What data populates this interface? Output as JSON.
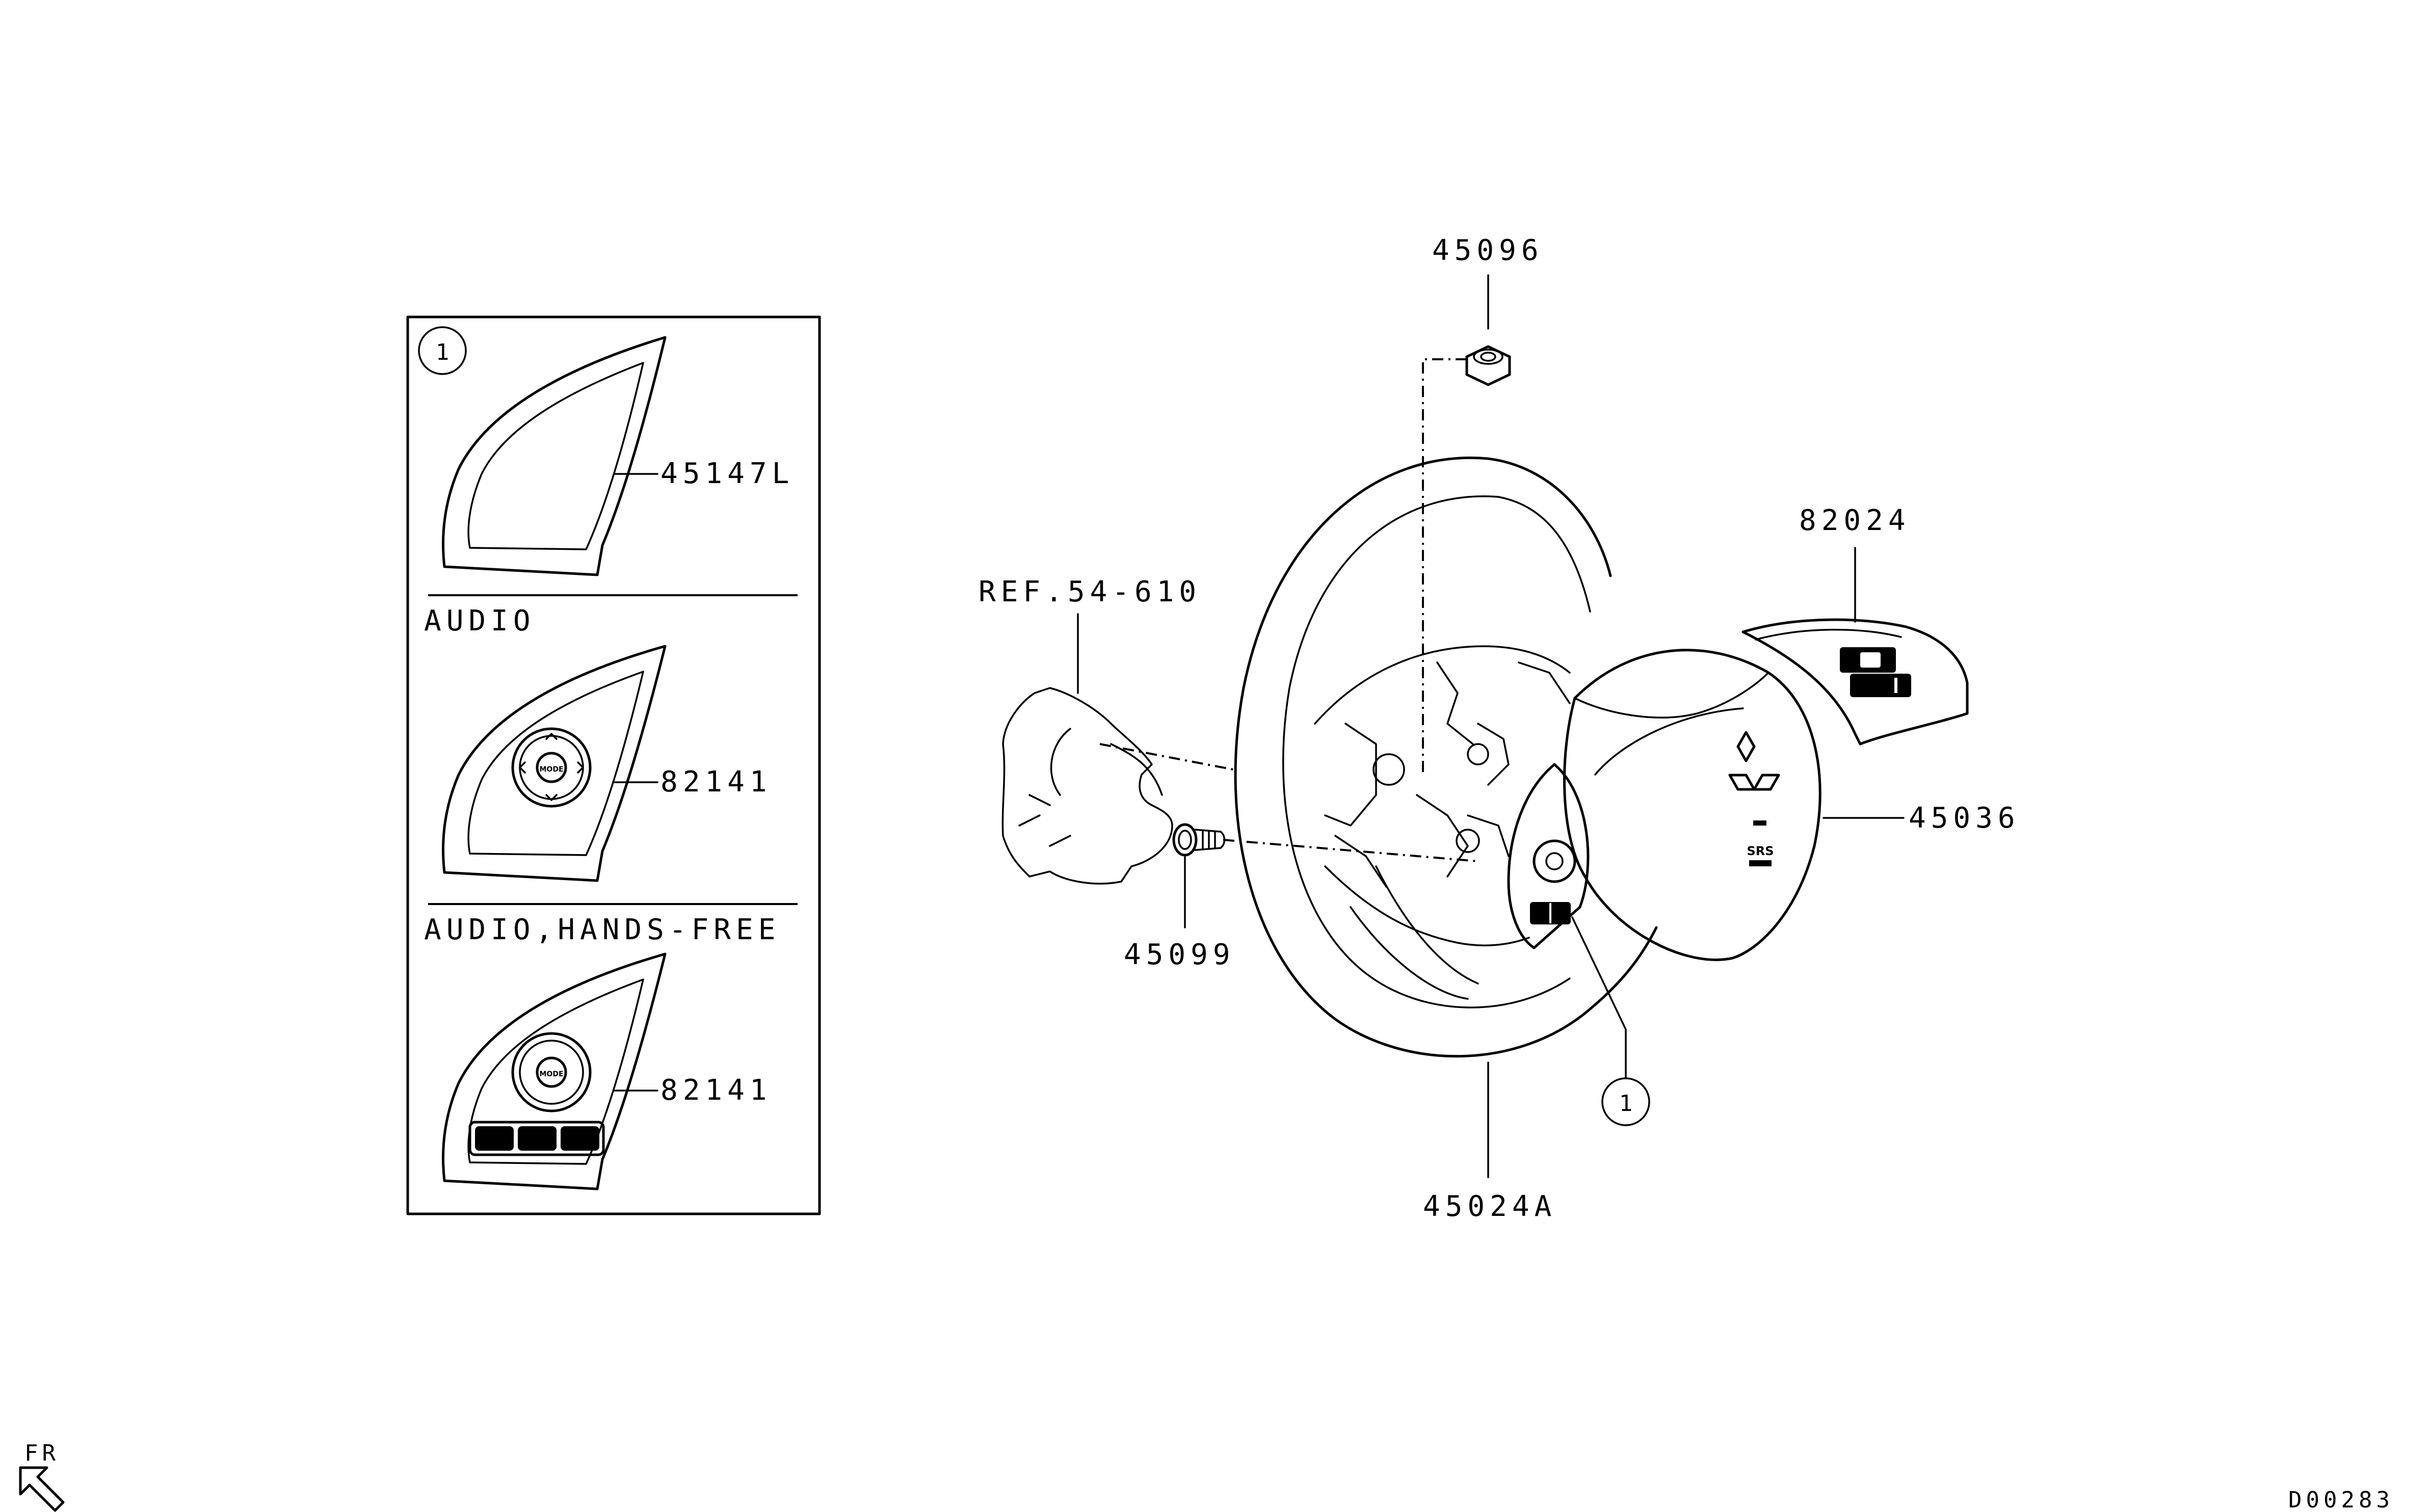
{
  "inset": {
    "callout": "1",
    "section_audio": "AUDIO",
    "section_audio_handsfree": "AUDIO,HANDS-FREE",
    "part_cover": "45147L",
    "part_switch_audio": "82141",
    "part_switch_handsfree": "82141"
  },
  "main": {
    "part_nut": "45096",
    "part_switch_right": "82024",
    "part_clock_spring_ref": "REF.54-610",
    "part_bolt": "45099",
    "part_airbag": "45036",
    "part_wheel": "45024A",
    "callout": "1"
  },
  "orientation": {
    "label": "FR",
    "icon": "front-arrow-icon"
  },
  "diagram_id": "D00283",
  "colors": {
    "line": "#000000",
    "background": "#ffffff"
  }
}
